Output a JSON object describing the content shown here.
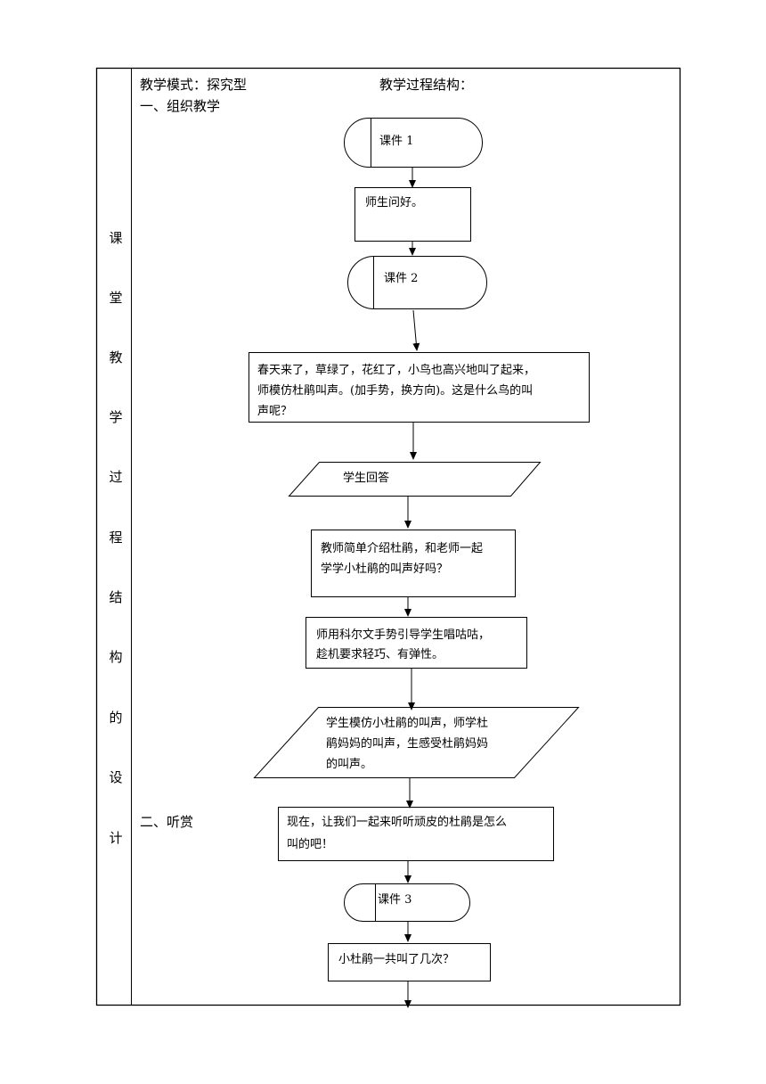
{
  "header": {
    "mode": "教学模式：探究型",
    "structure": "教学过程结构："
  },
  "side_label": [
    "课",
    "堂",
    "教",
    "学",
    "过",
    "程",
    "结",
    "构",
    "的",
    "设",
    "计"
  ],
  "sections": {
    "s1": "一、组织教学",
    "s2": "二、听赏"
  },
  "flow": {
    "n1": "课件 1",
    "n2": "师生问好。",
    "n3": "课件 2",
    "n4": [
      "春天来了，草绿了，花红了，小鸟也高兴地叫了起来，",
      "师模仿杜鹃叫声。(加手势，换方向)。这是什么鸟的叫",
      "声呢？"
    ],
    "n5": "学生回答",
    "n6": [
      "教师简单介绍杜鹃，和老师一起",
      "学学小杜鹃的叫声好吗？"
    ],
    "n7": [
      "师用科尔文手势引导学生唱咕咕，",
      "趁机要求轻巧、有弹性。"
    ],
    "n8": [
      "学生模仿小杜鹃的叫声，师学杜",
      "鹃妈妈的叫声，生感受杜鹃妈妈",
      "的叫声。"
    ],
    "n9": [
      "现在，让我们一起来听听顽皮的杜鹃是怎么",
      "叫的吧！"
    ],
    "n10": "课件 3",
    "n11": "小杜鹃一共叫了几次？"
  }
}
